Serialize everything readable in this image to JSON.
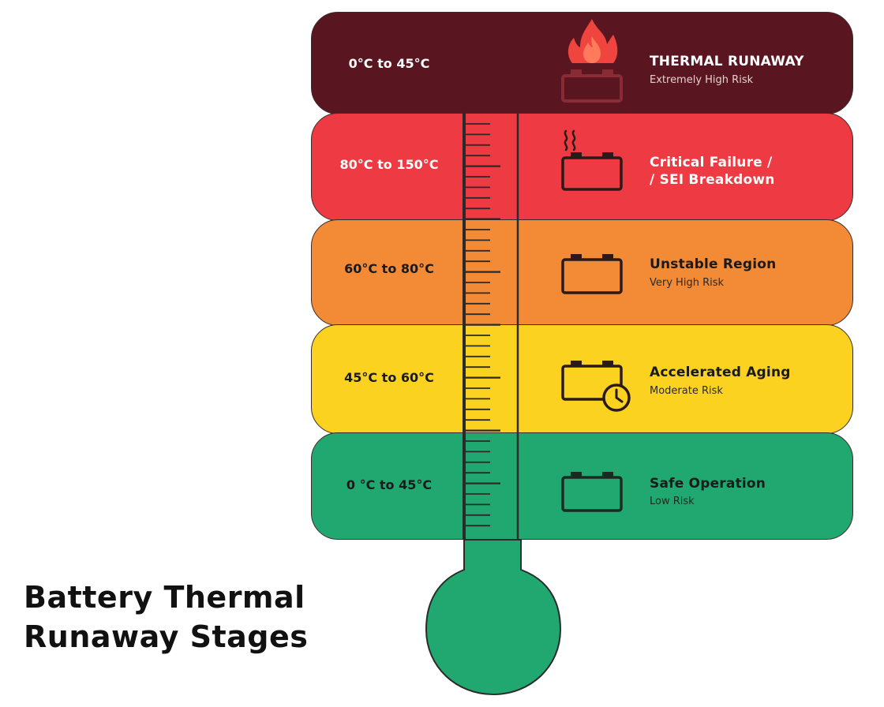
{
  "title": "Battery Thermal Runaway Stages",
  "colors": {
    "runaway": "#5a1620",
    "critical": "#ee3b43",
    "unstable": "#f38a35",
    "aging": "#fad21f",
    "safe": "#20a870"
  },
  "stages": [
    {
      "range": "0°C to 45°C",
      "title": "THERMAL RUNAWAY",
      "subtitle": "Extremely High Risk",
      "icon": "burning-battery-icon"
    },
    {
      "range": "80°C to 150°C",
      "title_line1": "Critical Failure  /",
      "title_line2": "/ SEI Breakdown",
      "icon": "hot-battery-icon"
    },
    {
      "range": "60°C to 80°C",
      "title": "Unstable Region",
      "subtitle": "Very High Risk",
      "icon": "battery-icon"
    },
    {
      "range": "45°C to 60°C",
      "title": "Accelerated Aging",
      "subtitle": "Moderate Risk",
      "icon": "battery-clock-icon"
    },
    {
      "range": "0 °C to 45°C",
      "title": "Safe Operation",
      "subtitle": "Low Risk",
      "icon": "battery-icon"
    }
  ]
}
